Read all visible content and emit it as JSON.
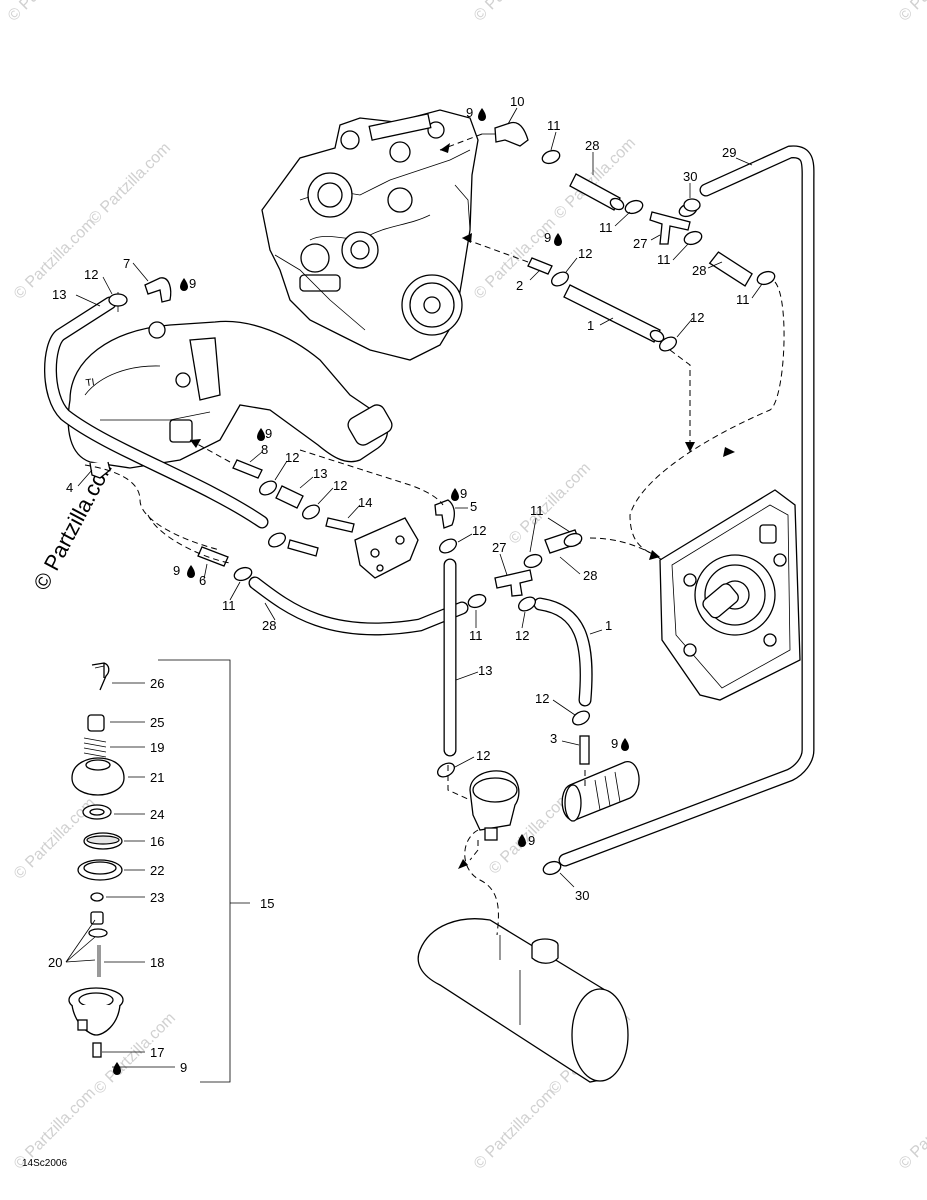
{
  "labels": {
    "l1a": "1",
    "l1b": "1",
    "l2": "2",
    "l3": "3",
    "l4": "4",
    "l5": "5",
    "l6": "6",
    "l7": "7",
    "l8": "8",
    "l9a": "9",
    "l9b": "9",
    "l9c": "9",
    "l9d": "9",
    "l9e": "9",
    "l9f": "9",
    "l9g": "9",
    "l9h": "9",
    "l9i": "9",
    "l10": "10",
    "l11a": "11",
    "l11b": "11",
    "l11c": "11",
    "l11d": "11",
    "l11e": "11",
    "l11f": "11",
    "l11g": "11",
    "l12a": "12",
    "l12b": "12",
    "l12c": "12",
    "l12d": "12",
    "l12e": "12",
    "l12f": "12",
    "l12g": "12",
    "l12h": "12",
    "l12i": "12",
    "l13a": "13",
    "l13b": "13",
    "l13c": "13",
    "l14": "14",
    "l15": "15",
    "l16": "16",
    "l17": "17",
    "l18": "18",
    "l19": "19",
    "l20": "20",
    "l21": "21",
    "l22": "22",
    "l23": "23",
    "l24": "24",
    "l25": "25",
    "l26": "26",
    "l27a": "27",
    "l27b": "27",
    "l28a": "28",
    "l28b": "28",
    "l28c": "28",
    "l28d": "28",
    "l29": "29",
    "l30a": "30",
    "l30b": "30"
  },
  "watermarks": {
    "main": "© Partzilla.com",
    "repeat": "© Partzilla.com"
  },
  "code": "14Sc2006",
  "icons": [
    "sealant-drop-icon",
    "flow-arrow-icon"
  ]
}
